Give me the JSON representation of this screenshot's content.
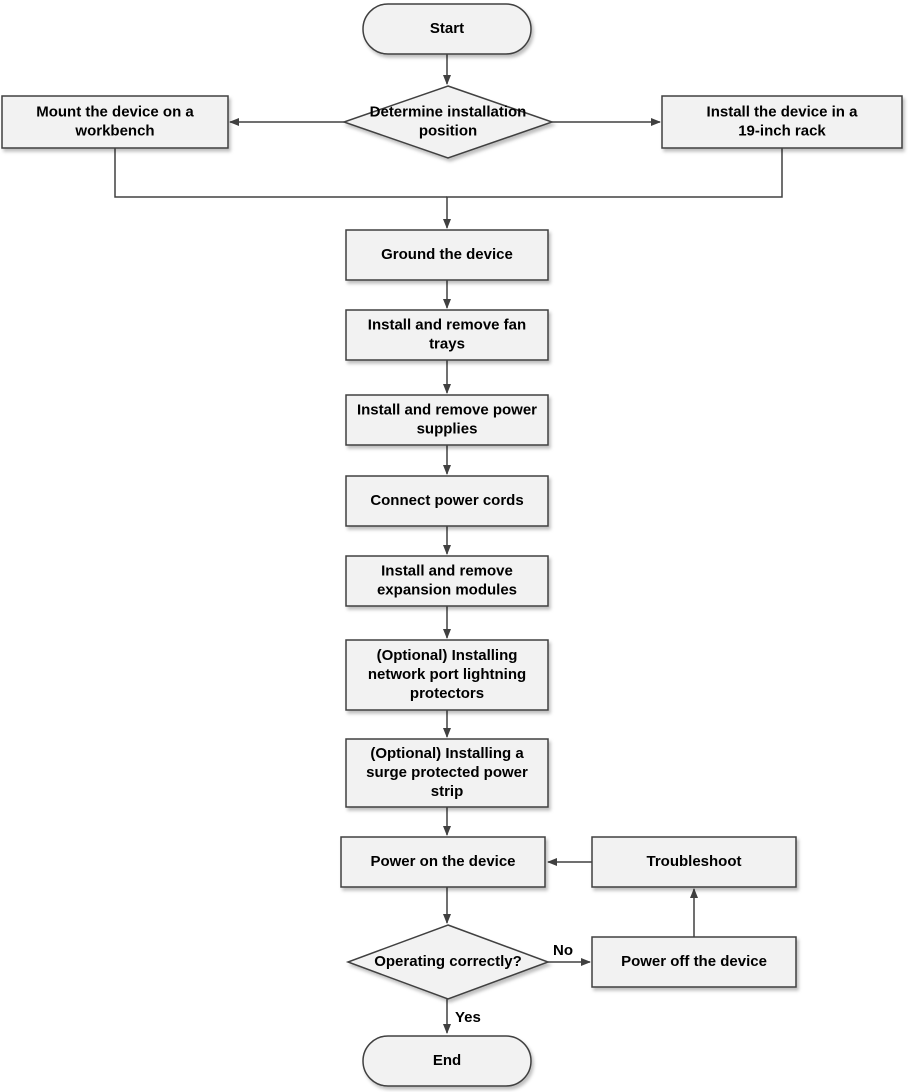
{
  "flowchart": {
    "nodes": [
      {
        "id": "start",
        "shape": "terminal",
        "lines": [
          "Start"
        ]
      },
      {
        "id": "determine",
        "shape": "decision",
        "lines": [
          "Determine installation",
          "position"
        ]
      },
      {
        "id": "workbench",
        "shape": "process",
        "lines": [
          "Mount the device on a",
          "workbench"
        ]
      },
      {
        "id": "rack",
        "shape": "process",
        "lines": [
          "Install the device in a",
          "19-inch rack"
        ]
      },
      {
        "id": "ground",
        "shape": "process",
        "lines": [
          "Ground the device"
        ]
      },
      {
        "id": "fan",
        "shape": "process",
        "lines": [
          "Install and remove fan",
          "trays"
        ]
      },
      {
        "id": "psu",
        "shape": "process",
        "lines": [
          "Install and remove power",
          "supplies"
        ]
      },
      {
        "id": "cords",
        "shape": "process",
        "lines": [
          "Connect power cords"
        ]
      },
      {
        "id": "expansion",
        "shape": "process",
        "lines": [
          "Install and remove",
          "expansion modules"
        ]
      },
      {
        "id": "lightning",
        "shape": "process",
        "lines": [
          "(Optional) Installing",
          "network port lightning",
          "protectors"
        ]
      },
      {
        "id": "surge",
        "shape": "process",
        "lines": [
          "(Optional) Installing a",
          "surge protected power",
          "strip"
        ]
      },
      {
        "id": "poweron",
        "shape": "process",
        "lines": [
          "Power on the device"
        ]
      },
      {
        "id": "troubleshoot",
        "shape": "process",
        "lines": [
          "Troubleshoot"
        ]
      },
      {
        "id": "check",
        "shape": "decision",
        "lines": [
          "Operating correctly?"
        ]
      },
      {
        "id": "poweroff",
        "shape": "process",
        "lines": [
          "Power off the device"
        ]
      },
      {
        "id": "end",
        "shape": "terminal",
        "lines": [
          "End"
        ]
      }
    ],
    "edges": [
      {
        "from": "start",
        "to": "determine"
      },
      {
        "from": "determine",
        "to": "workbench"
      },
      {
        "from": "determine",
        "to": "rack"
      },
      {
        "from": "workbench",
        "to": "ground"
      },
      {
        "from": "rack",
        "to": "ground"
      },
      {
        "from": "ground",
        "to": "fan"
      },
      {
        "from": "fan",
        "to": "psu"
      },
      {
        "from": "psu",
        "to": "cords"
      },
      {
        "from": "cords",
        "to": "expansion"
      },
      {
        "from": "expansion",
        "to": "lightning"
      },
      {
        "from": "lightning",
        "to": "surge"
      },
      {
        "from": "surge",
        "to": "poweron"
      },
      {
        "from": "poweron",
        "to": "check"
      },
      {
        "from": "check",
        "to": "poweroff",
        "label": "No"
      },
      {
        "from": "poweroff",
        "to": "troubleshoot"
      },
      {
        "from": "troubleshoot",
        "to": "poweron"
      },
      {
        "from": "check",
        "to": "end",
        "label": "Yes"
      }
    ]
  },
  "colors": {
    "node_fill": "#f2f2f2",
    "stroke": "#404040",
    "text": "#000000"
  }
}
